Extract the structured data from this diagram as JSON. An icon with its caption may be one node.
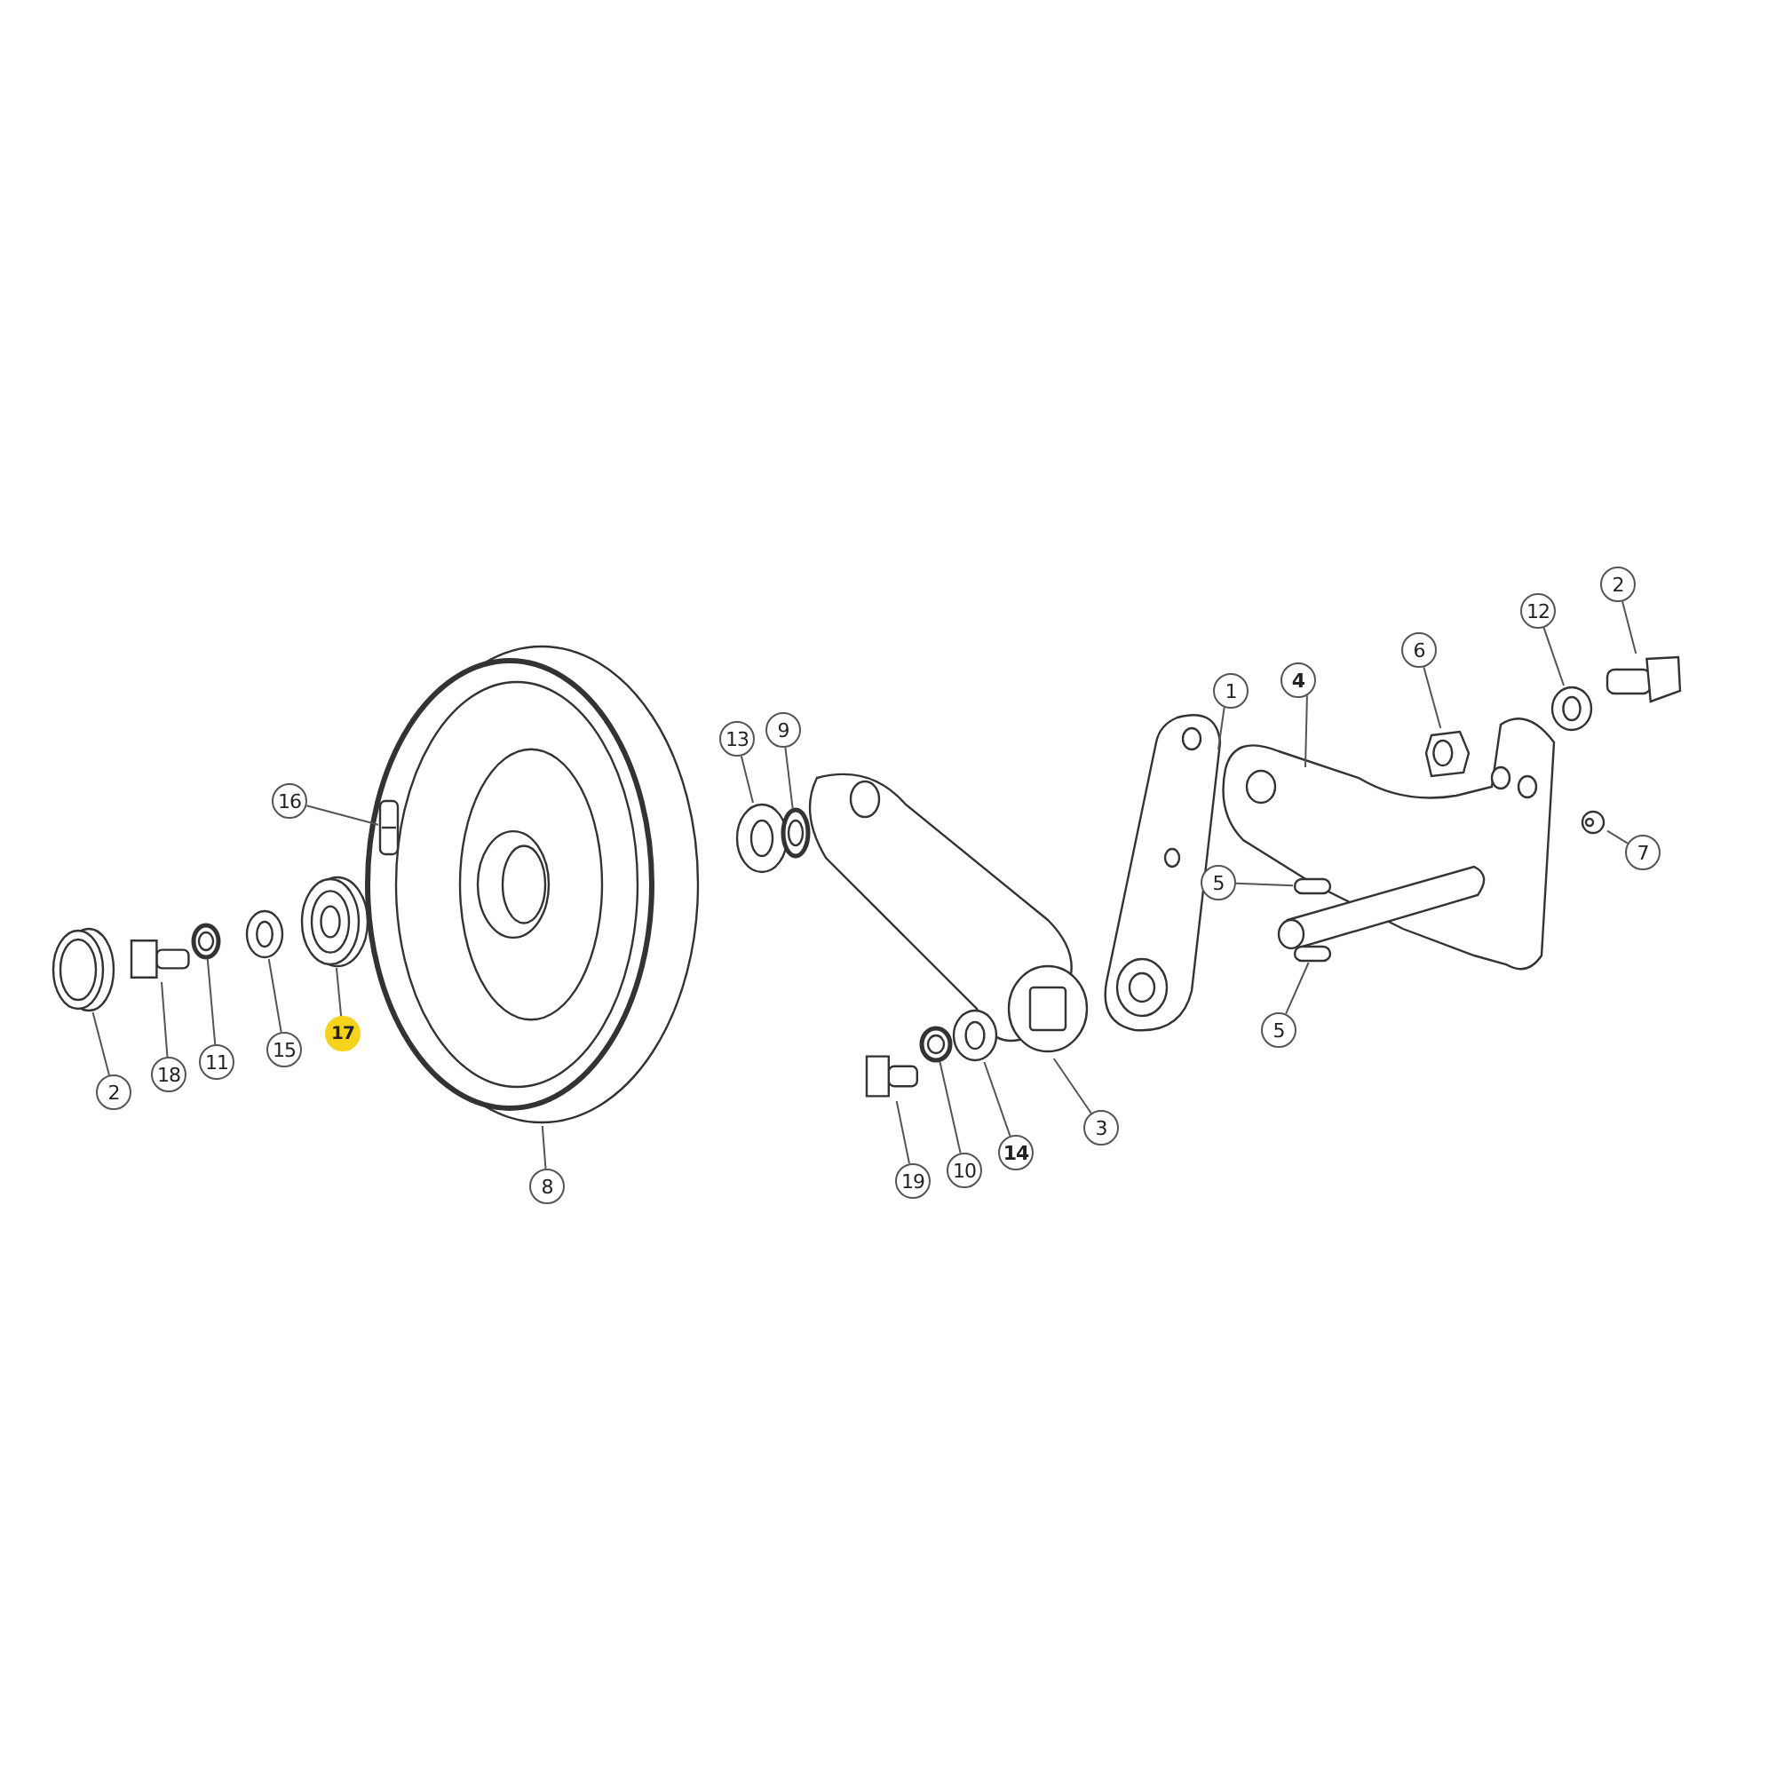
{
  "diagram": {
    "nodes": [
      {
        "text": [
          "2"
        ]
      },
      {
        "text": [],
        "shape": "picture"
      },
      {
        "text": [
          "18"
        ]
      },
      {
        "text": [],
        "shape": "picture"
      },
      {
        "text": [
          "11"
        ]
      },
      {
        "text": [],
        "shape": "picture"
      },
      {
        "text": [
          "15"
        ]
      },
      {
        "text": [],
        "shape": "picture"
      },
      {
        "text": [
          "17"
        ]
      },
      {
        "text": [],
        "shape": "picture"
      },
      {
        "text": [],
        "shape": "picture"
      },
      {
        "text": [
          "16"
        ]
      },
      {
        "text": [],
        "shape": "picture"
      },
      {
        "text": [
          "8"
        ]
      },
      {
        "text": [
          "13"
        ]
      },
      {
        "text": [],
        "shape": "picture"
      },
      {
        "text": [
          "9"
        ]
      },
      {
        "text": [],
        "shape": "picture"
      },
      {
        "text": [],
        "shape": "picture"
      },
      {
        "text": [
          "3"
        ]
      },
      {
        "text": [
          "19"
        ]
      },
      {
        "text": [],
        "shape": "picture"
      },
      {
        "text": [
          "10"
        ]
      },
      {
        "text": [],
        "shape": "picture"
      },
      {
        "text": [
          "14"
        ]
      },
      {
        "text": [],
        "shape": "picture"
      },
      {
        "text": [],
        "shape": "picture"
      },
      {
        "text": [
          "1"
        ]
      },
      {
        "text": [],
        "shape": "picture"
      },
      {
        "text": [
          "4"
        ]
      },
      {
        "text": [
          "5"
        ]
      },
      {
        "text": [],
        "shape": "bar"
      },
      {
        "text": [
          "5"
        ]
      },
      {
        "text": [],
        "shape": "bar"
      },
      {
        "text": [
          "6"
        ]
      },
      {
        "text": [],
        "shape": "picture"
      },
      {
        "text": [
          "12"
        ]
      },
      {
        "text": [],
        "shape": "picture"
      },
      {
        "text": [
          "2"
        ]
      },
      {
        "text": [],
        "shape": "picture"
      },
      {
        "text": [
          "7"
        ]
      },
      {
        "text": [],
        "shape": "picture"
      }
    ],
    "edges": [
      {
        "from": 0,
        "to": 1,
        "arrow": "none"
      },
      {
        "from": 2,
        "to": 3,
        "arrow": "none"
      },
      {
        "from": 4,
        "to": 5,
        "arrow": "none"
      },
      {
        "from": 6,
        "to": 7,
        "arrow": "none"
      },
      {
        "from": 8,
        "to": 9,
        "arrow": "none"
      },
      {
        "from": 11,
        "to": 12,
        "arrow": "none"
      },
      {
        "from": 13,
        "to": 10,
        "arrow": "none"
      },
      {
        "from": 14,
        "to": 15,
        "arrow": "none"
      },
      {
        "from": 16,
        "to": 17,
        "arrow": "none"
      },
      {
        "from": 19,
        "to": 18,
        "arrow": "none"
      },
      {
        "from": 20,
        "to": 21,
        "arrow": "none"
      },
      {
        "from": 22,
        "to": 23,
        "arrow": "none"
      },
      {
        "from": 24,
        "to": 25,
        "arrow": "none"
      },
      {
        "from": 27,
        "to": 26,
        "arrow": "none"
      },
      {
        "from": 29,
        "to": 28,
        "arrow": "none"
      },
      {
        "from": 30,
        "to": 31,
        "arrow": "none"
      },
      {
        "from": 32,
        "to": 33,
        "arrow": "none"
      },
      {
        "from": 34,
        "to": 35,
        "arrow": "none"
      },
      {
        "from": 36,
        "to": 37,
        "arrow": "none"
      },
      {
        "from": 38,
        "to": 39,
        "arrow": "none"
      },
      {
        "from": 40,
        "to": 41,
        "arrow": "none"
      }
    ]
  }
}
